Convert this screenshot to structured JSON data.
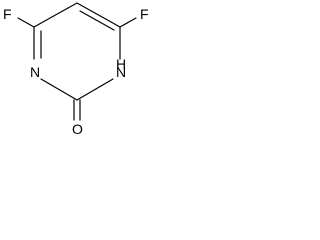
{
  "molecule": {
    "atoms": {
      "f_left": "F",
      "f_right": "F",
      "n_ring": "N",
      "nh_ring": "H\nN",
      "oxygen": "O"
    }
  }
}
